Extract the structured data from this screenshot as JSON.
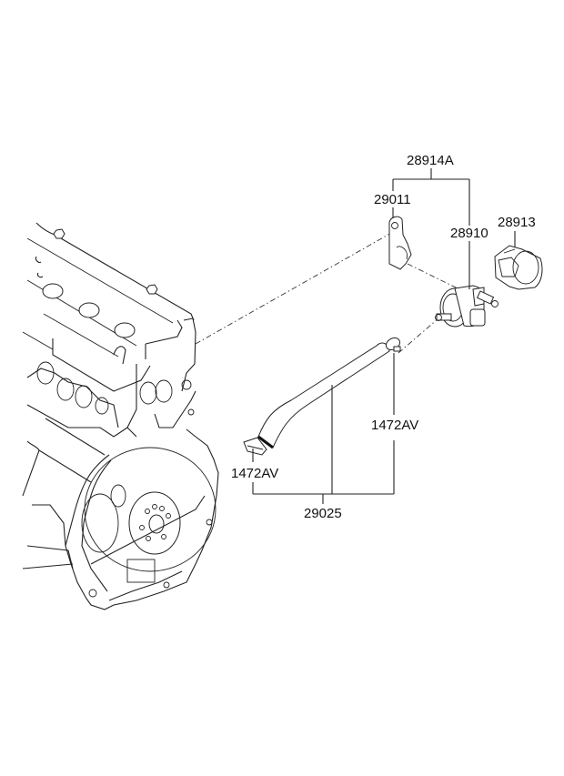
{
  "diagram": {
    "title": "Vapor canister purge valve / hose assembly",
    "callouts": [
      {
        "id": "assembly",
        "label": "28914A"
      },
      {
        "id": "bracket",
        "label": "29011"
      },
      {
        "id": "purge-valve",
        "label": "28910"
      },
      {
        "id": "connector-cover",
        "label": "28913"
      },
      {
        "id": "clamp-upper",
        "label": "1472AV"
      },
      {
        "id": "clamp-lower",
        "label": "1472AV"
      },
      {
        "id": "hose",
        "label": "29025"
      }
    ]
  }
}
